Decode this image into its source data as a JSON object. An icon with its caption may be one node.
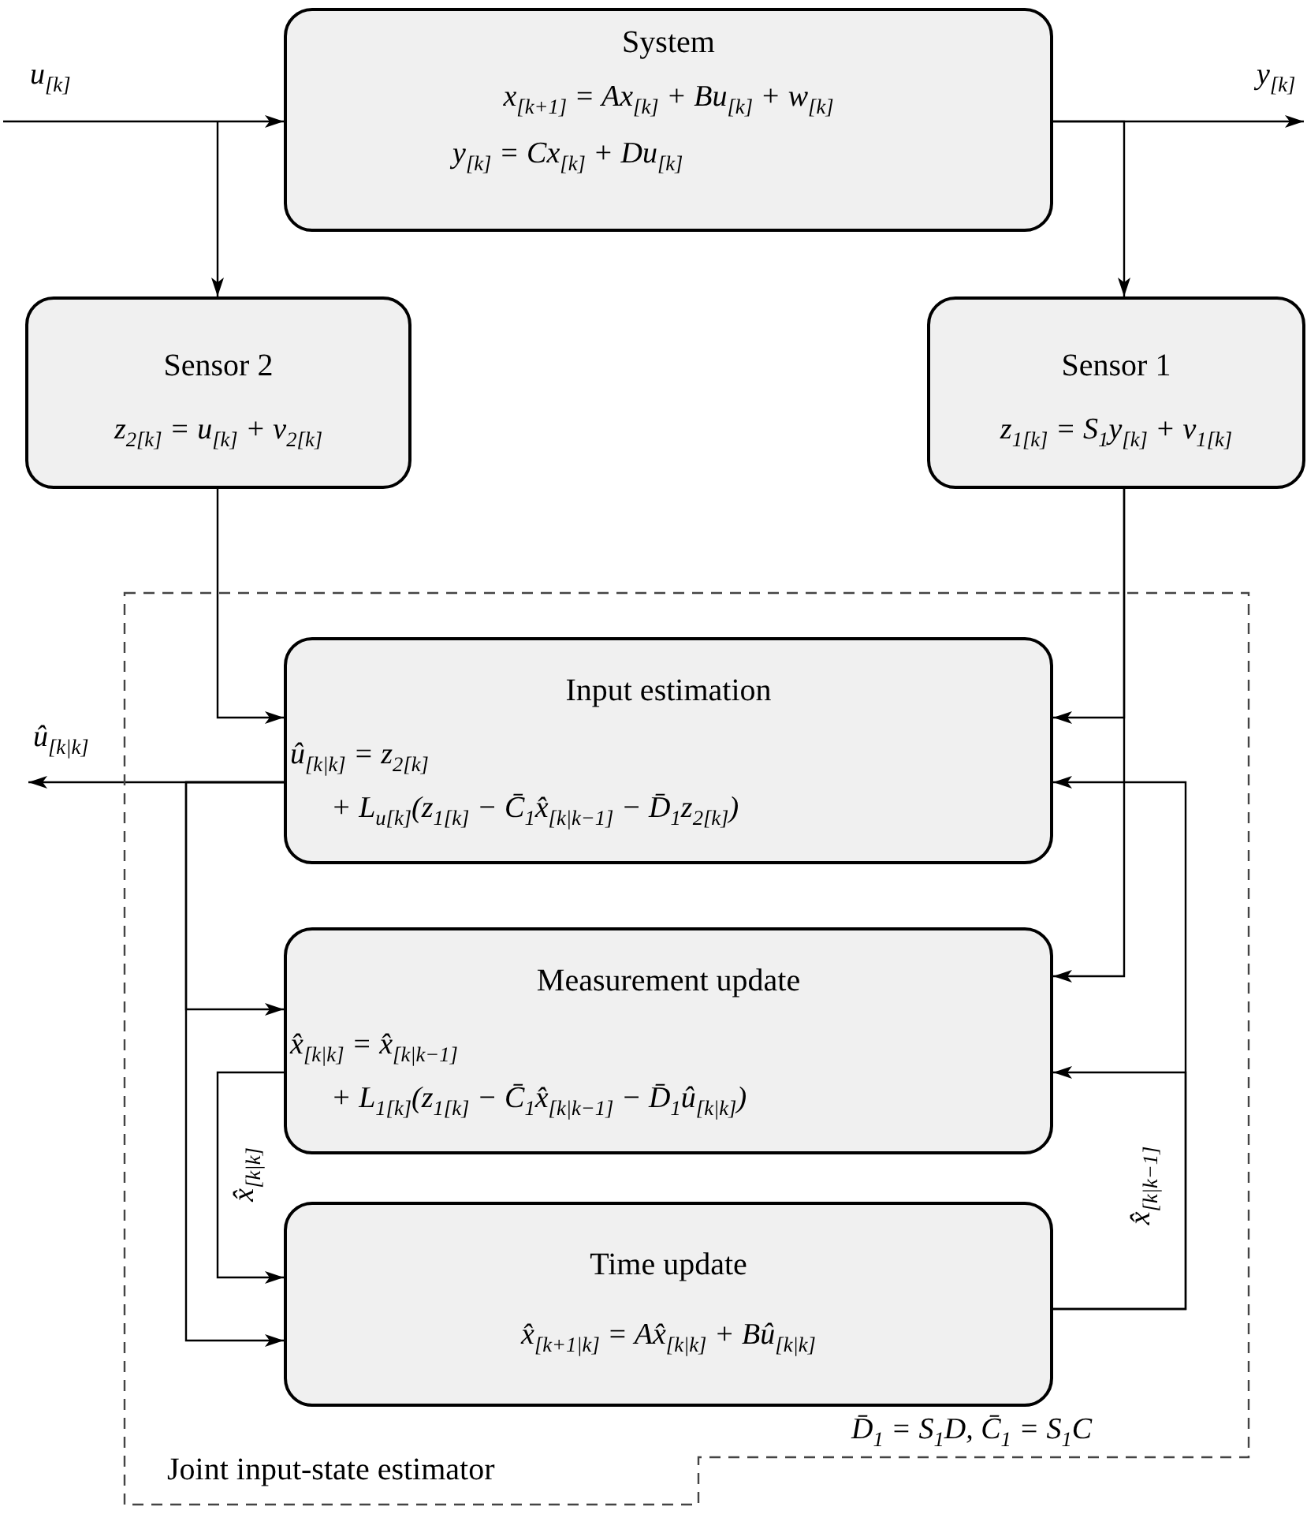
{
  "diagram": {
    "nodes": [
      {
        "text": [
          "System",
          "x$_{[k+1]}$ = Ax$_{[k]}$ + Bu$_{[k]}$ + w$_{[k]}$",
          "y$_{[k]}$ = Cx$_{[k]}$ + Du$_{[k]}$"
        ]
      },
      {
        "text": [
          "Sensor 2",
          "z$_{2[k]}$ = u$_{[k]}$ + v$_{2[k]}$"
        ]
      },
      {
        "text": [
          "Sensor 1",
          "z$_{1[k]}$ = S$_{1}$y$_{[k]}$ + v$_{1[k]}$"
        ]
      },
      {
        "text": [
          "Joint input-state estimator",
          "D̄$_{1}$ = S$_{1}$D, C̄$_{1}$ = S$_{1}$C"
        ]
      },
      {
        "text": [
          "Input estimation",
          "û$_{[k|k]}$ = z$_{2[k]}$",
          "+ L$_{u[k]}$(z$_{1[k]}$ − C̄$_{1}$x̂$_{[k|k−1]}$ − D̄$_{1}$z$_{2[k]}$)"
        ],
        "in": 3
      },
      {
        "text": [
          "Measurement update",
          "x̂$_{[k|k]}$ = x̂$_{[k|k−1]}$",
          "+ L$_{1[k]}$(z$_{1[k]}$ − C̄$_{1}$x̂$_{[k|k−1]}$ − D̄$_{1}$û$_{[k|k]}$)"
        ],
        "in": 3
      },
      {
        "text": [
          "Time update",
          "x̂$_{[k+1|k]}$ = Ax̂$_{[k|k]}$ + Bû$_{[k|k]}$"
        ],
        "in": 3
      }
    ],
    "edges": [
      {
        "from": null,
        "to": 0,
        "arrow": "to",
        "label": "u$_{[k]}$"
      },
      {
        "from": null,
        "to": 1,
        "arrow": "to"
      },
      {
        "from": 0,
        "to": null,
        "arrow": "to",
        "label": "y$_{[k]}$"
      },
      {
        "from": 0,
        "to": 2,
        "arrow": "to"
      },
      {
        "from": 1,
        "to": 4,
        "arrow": "to"
      },
      {
        "from": 2,
        "to": 4,
        "arrow": "to"
      },
      {
        "from": 2,
        "to": 5,
        "arrow": "to"
      },
      {
        "from": 4,
        "to": null,
        "arrow": "to",
        "label": "û$_{[k|k]}$"
      },
      {
        "from": 4,
        "to": 5,
        "arrow": "to"
      },
      {
        "from": 4,
        "to": 6,
        "arrow": "to"
      },
      {
        "from": 5,
        "to": 6,
        "arrow": "to",
        "label": "x̂$_{[k|k]}$"
      },
      {
        "from": 6,
        "to": 4,
        "arrow": "to",
        "label": "x̂$_{[k|k−1]}$"
      },
      {
        "from": 6,
        "to": 5,
        "arrow": "to"
      }
    ]
  }
}
